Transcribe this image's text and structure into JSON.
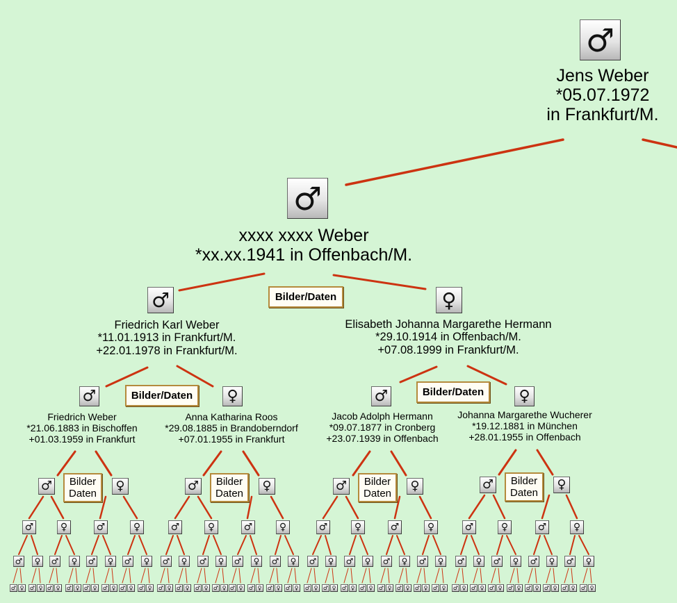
{
  "symbols": {
    "male": "♂",
    "female": "♀"
  },
  "colors": {
    "background": "#d5f5d5",
    "line": "#cc3311",
    "button_border": "#b48a3c"
  },
  "people": {
    "root": {
      "sex": "male",
      "lines": [
        "Jens Weber",
        "*05.07.1972",
        "in Frankfurt/M."
      ]
    },
    "father": {
      "sex": "male",
      "lines": [
        "xxxx xxxx Weber",
        "*xx.xx.1941 in Offenbach/M."
      ]
    },
    "paternal_grandfather": {
      "sex": "male",
      "lines": [
        "Friedrich Karl Weber",
        "*11.01.1913 in Frankfurt/M.",
        "+22.01.1978 in Frankfurt/M."
      ]
    },
    "paternal_grandmother": {
      "sex": "female",
      "lines": [
        "Elisabeth Johanna Margarethe Hermann",
        "*29.10.1914 in Offenbach/M.",
        "+07.08.1999 in Frankfurt/M."
      ]
    },
    "ggf_weber": {
      "sex": "male",
      "lines": [
        "Friedrich Weber",
        "*21.06.1883 in Bischoffen",
        "+01.03.1959 in Frankfurt"
      ]
    },
    "ggm_roos": {
      "sex": "female",
      "lines": [
        "Anna Katharina Roos",
        "*29.08.1885 in Brandoberndorf",
        "+07.01.1955 in Frankfurt"
      ]
    },
    "ggf_hermann": {
      "sex": "male",
      "lines": [
        "Jacob Adolph Hermann",
        "*09.07.1877 in Cronberg",
        "+23.07.1939 in Offenbach"
      ]
    },
    "ggm_wucherer": {
      "sex": "female",
      "lines": [
        "Johanna Margarethe Wucherer",
        "*19.12.1881 in München",
        "+28.01.1955 in Offenbach"
      ]
    }
  },
  "buttons": {
    "bilder_daten": "Bilder/Daten",
    "bilder": "Bilder",
    "daten": "Daten"
  }
}
